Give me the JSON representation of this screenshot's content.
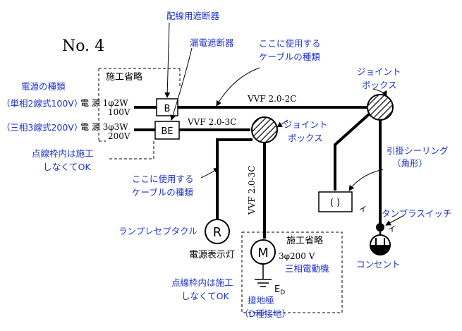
{
  "title": "No. 4",
  "labels": {
    "breaker": "配線用遮断器",
    "leakage_breaker": "漏電遮断器",
    "cable_type_top": [
      "ここに使用する",
      "ケーブルの種類"
    ],
    "cable_type_mid": [
      "ここに使用する",
      "ケーブルの種類"
    ],
    "junction_box": [
      "ジョイント",
      "ボックス"
    ],
    "ceiling_rosette": [
      "引掛シーリング",
      "（角形）"
    ],
    "tumbler_switch": "タンブラスイッチ",
    "outlet": "コンセント",
    "lamp_receptacle": "ランプレセプタクル",
    "power_indicator": "電源表示灯",
    "motor_label": "3φ200 V",
    "motor_name": "三相電動機",
    "ground_symbol": "E",
    "ground_sub": "D",
    "ground_label": [
      "接地極",
      "（D種接地）"
    ],
    "power_type": "電源の種類",
    "single_phase": "（単相2線式100V）",
    "three_phase": "（三相3線式200V）",
    "src1": "電 源 1φ2W",
    "src1_v": "100V",
    "src2": "電 源 3φ3W",
    "src2_v": "200V",
    "omit": "施工省略",
    "dotted_note": [
      "点線枠内は施工",
      "しなくてOK"
    ],
    "cable_2c": "VVF 2.0-2C",
    "cable_3c_h": "VVF 2.0-3C",
    "cable_3c_v": "VVF 2.0-3C",
    "box_b": "B",
    "box_be": "BE",
    "lamp_r": "R",
    "motor_m": "M",
    "rosette_sym": "( )",
    "i_mark": "イ"
  },
  "colors": {
    "blue": "#1f33c8",
    "black": "#000000"
  }
}
